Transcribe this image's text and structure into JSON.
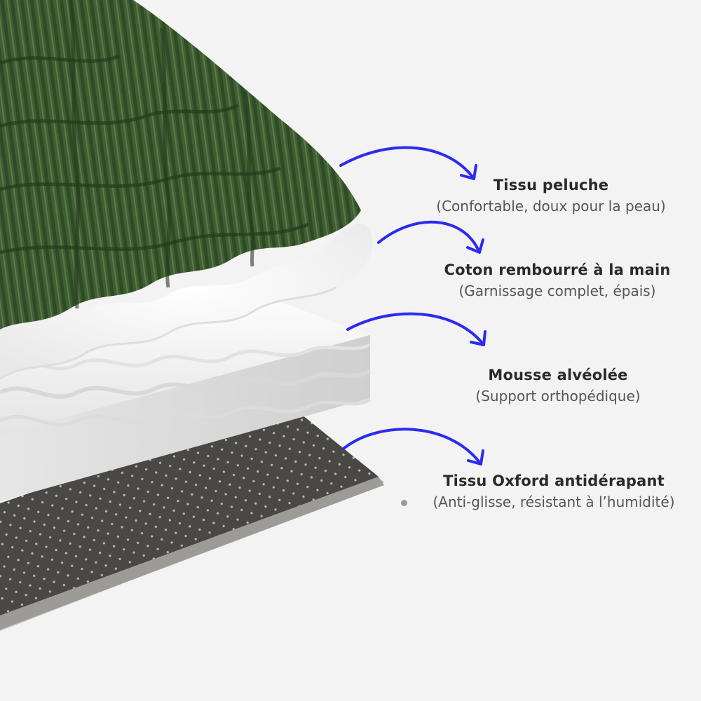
{
  "layers": [
    {
      "id": "plush",
      "title": "Tissu peluche",
      "description": "(Confortable, doux pour la peau)"
    },
    {
      "id": "cotton",
      "title": "Coton rembourré à la main",
      "description": "(Garnissage complet, épais)"
    },
    {
      "id": "foam",
      "title": "Mousse alvéolée",
      "description": "(Support orthopédique)"
    },
    {
      "id": "oxford",
      "title": "Tissu Oxford antidérapant",
      "description": "(Anti-glisse, résistant à l’humidité)"
    }
  ],
  "colors": {
    "background": "#f3f3f3",
    "arrow": "#2b2bf0",
    "fabric_green": "#3f5f33",
    "foam_white": "#fafafa",
    "base_dark": "#4a4845"
  },
  "icons": {
    "arrow": "curved-arrow-icon",
    "bullet": "bullet-dot-icon"
  }
}
